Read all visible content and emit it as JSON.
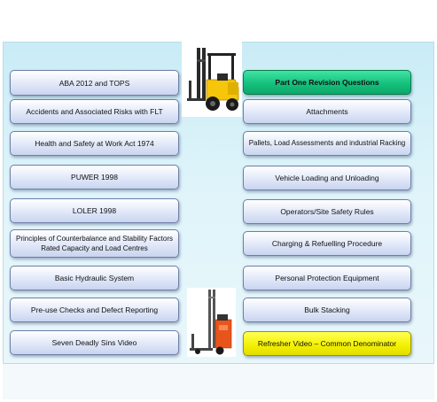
{
  "left_menu": [
    {
      "label": "ABA  2012 and TOPS"
    },
    {
      "label": "Accidents and Associated Risks with FLT"
    },
    {
      "label": "Health and Safety at Work Act 1974"
    },
    {
      "label": "PUWER 1998"
    },
    {
      "label": "LOLER 1998"
    },
    {
      "label": "Principles of Counterbalance and Stability Factors Rated Capacity and Load Centres"
    },
    {
      "label": "Basic Hydraulic System"
    },
    {
      "label": "Pre-use Checks and Defect Reporting"
    },
    {
      "label": "Seven Deadly Sins Video"
    }
  ],
  "right_menu": [
    {
      "label": "Part One Revision Questions",
      "color": "#15c07d"
    },
    {
      "label": "Attachments"
    },
    {
      "label": "Pallets, Load Assessments and industrial Racking"
    },
    {
      "label": "Vehicle Loading and Unloading"
    },
    {
      "label": "Operators/Site Safety Rules"
    },
    {
      "label": "Charging & Refuelling Procedure"
    },
    {
      "label": "Personal Protection Equipment"
    },
    {
      "label": "Bulk Stacking"
    },
    {
      "label": "Refresher Video – Common Denominator",
      "color": "#f4f000"
    }
  ],
  "images": {
    "top": "counterbalance-forklift-image",
    "bottom": "reach-truck-image"
  }
}
